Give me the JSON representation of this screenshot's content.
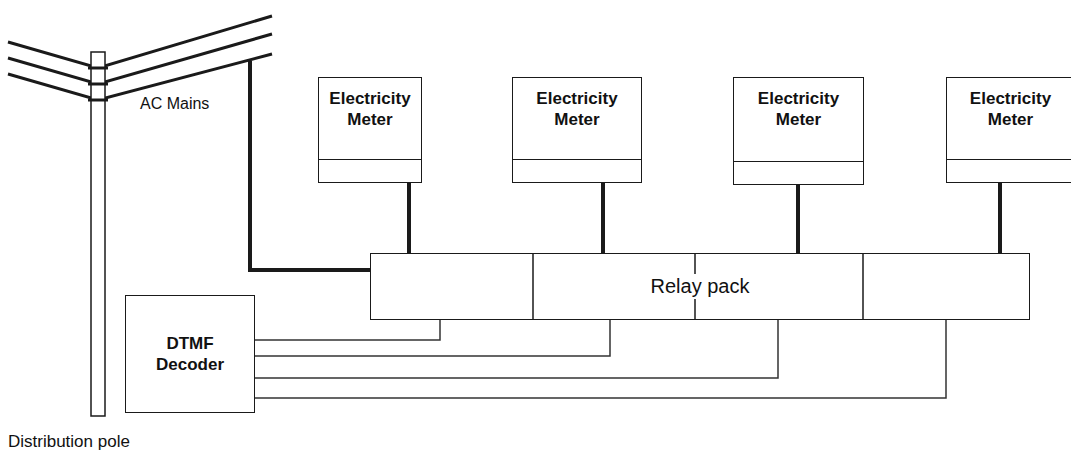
{
  "diagram": {
    "nodes": [
      {
        "text": [
          "Electricity Meter"
        ]
      },
      {
        "text": [
          "Electricity Meter"
        ]
      },
      {
        "text": [
          "Electricity Meter"
        ]
      },
      {
        "text": [
          "Electricity Meter"
        ]
      },
      {
        "text": [
          "Relay pack"
        ]
      },
      {
        "text": [
          "DTMF Decoder"
        ]
      }
    ],
    "edges": [
      {
        "from": 0,
        "to": 4,
        "arrow": "none"
      },
      {
        "from": 1,
        "to": 4,
        "arrow": "none"
      },
      {
        "from": 2,
        "to": 4,
        "arrow": "none"
      },
      {
        "from": 3,
        "to": 4,
        "arrow": "none"
      },
      {
        "from": 5,
        "to": 4,
        "arrow": "none"
      },
      {
        "from": 5,
        "to": 4,
        "arrow": "none"
      },
      {
        "from": 5,
        "to": 4,
        "arrow": "none"
      },
      {
        "from": 5,
        "to": 4,
        "arrow": "none"
      }
    ],
    "labels": [
      "AC Mains",
      "Distribution pole"
    ]
  }
}
